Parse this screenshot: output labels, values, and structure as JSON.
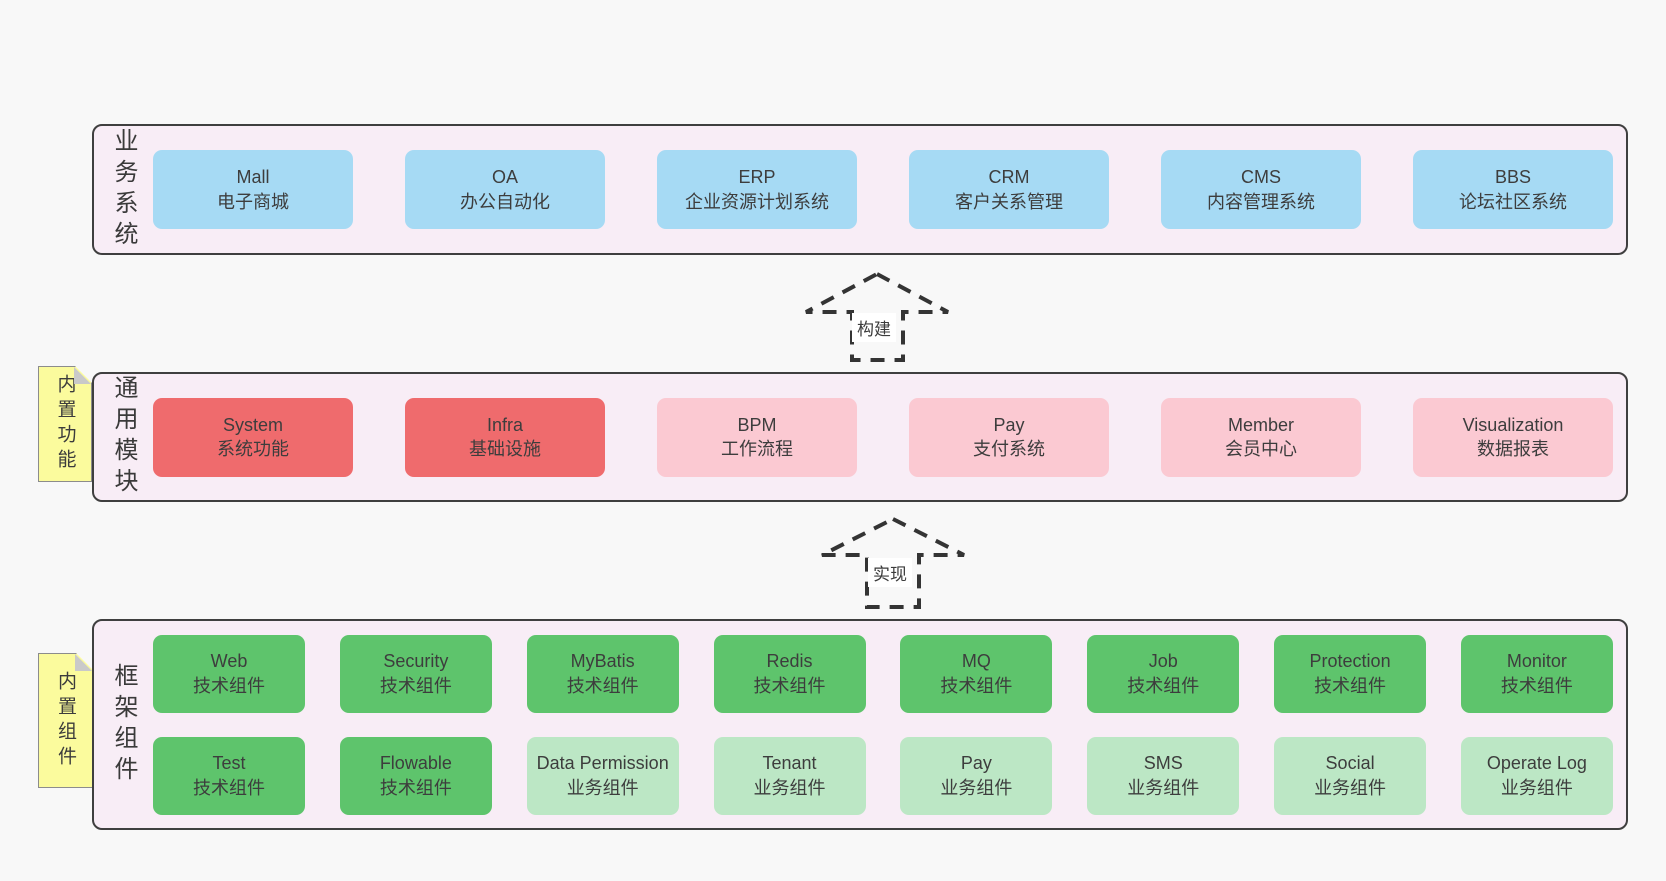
{
  "colors": {
    "page_bg": "#f8f8f8",
    "panel_bg": "#f8edf6",
    "panel_border": "#3f3f3f",
    "business_box": "#a6daf4",
    "core_module_box": "#ef6b6d",
    "optional_module_box": "#fbc9d2",
    "tech_component_box": "#5ec46c",
    "biz_component_box": "#bce7c5",
    "note_bg": "#fbfb9d",
    "note_fold": "#c9c9c9"
  },
  "sections": {
    "business": {
      "label": "业务系统",
      "items": [
        {
          "name": "Mall",
          "desc": "电子商城"
        },
        {
          "name": "OA",
          "desc": "办公自动化"
        },
        {
          "name": "ERP",
          "desc": "企业资源计划系统"
        },
        {
          "name": "CRM",
          "desc": "客户关系管理"
        },
        {
          "name": "CMS",
          "desc": "内容管理系统"
        },
        {
          "name": "BBS",
          "desc": "论坛社区系统"
        }
      ]
    },
    "modules": {
      "label": "通用模块",
      "note": "内置功能",
      "items": [
        {
          "name": "System",
          "desc": "系统功能"
        },
        {
          "name": "Infra",
          "desc": "基础设施"
        },
        {
          "name": "BPM",
          "desc": "工作流程"
        },
        {
          "name": "Pay",
          "desc": "支付系统"
        },
        {
          "name": "Member",
          "desc": "会员中心"
        },
        {
          "name": "Visualization",
          "desc": "数据报表"
        }
      ]
    },
    "framework": {
      "label": "框架组件",
      "note": "内置组件",
      "row1": [
        {
          "name": "Web",
          "desc": "技术组件"
        },
        {
          "name": "Security",
          "desc": "技术组件"
        },
        {
          "name": "MyBatis",
          "desc": "技术组件"
        },
        {
          "name": "Redis",
          "desc": "技术组件"
        },
        {
          "name": "MQ",
          "desc": "技术组件"
        },
        {
          "name": "Job",
          "desc": "技术组件"
        },
        {
          "name": "Protection",
          "desc": "技术组件"
        },
        {
          "name": "Monitor",
          "desc": "技术组件"
        }
      ],
      "row2": [
        {
          "name": "Test",
          "desc": "技术组件"
        },
        {
          "name": "Flowable",
          "desc": "技术组件"
        },
        {
          "name": "Data Permission",
          "desc": "业务组件"
        },
        {
          "name": "Tenant",
          "desc": "业务组件"
        },
        {
          "name": "Pay",
          "desc": "业务组件"
        },
        {
          "name": "SMS",
          "desc": "业务组件"
        },
        {
          "name": "Social",
          "desc": "业务组件"
        },
        {
          "name": "Operate Log",
          "desc": "业务组件"
        }
      ]
    }
  },
  "arrows": {
    "build": "构建",
    "implement": "实现"
  }
}
